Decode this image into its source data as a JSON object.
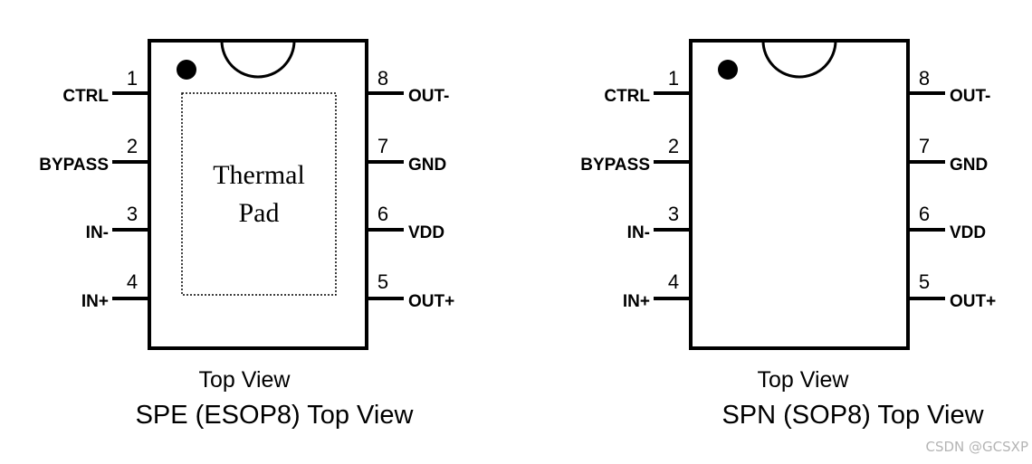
{
  "packages": [
    {
      "view_label": "Top View",
      "caption": "SPE (ESOP8) Top View",
      "thermal_pad": [
        "Thermal",
        "Pad"
      ],
      "left_pins": [
        {
          "num": "1",
          "label": "CTRL"
        },
        {
          "num": "2",
          "label": "BYPASS"
        },
        {
          "num": "3",
          "label": "IN-"
        },
        {
          "num": "4",
          "label": "IN+"
        }
      ],
      "right_pins": [
        {
          "num": "8",
          "label": "OUT-"
        },
        {
          "num": "7",
          "label": "GND"
        },
        {
          "num": "6",
          "label": "VDD"
        },
        {
          "num": "5",
          "label": "OUT+"
        }
      ]
    },
    {
      "view_label": "Top View",
      "caption": "SPN (SOP8) Top View",
      "thermal_pad": null,
      "left_pins": [
        {
          "num": "1",
          "label": "CTRL"
        },
        {
          "num": "2",
          "label": "BYPASS"
        },
        {
          "num": "3",
          "label": "IN-"
        },
        {
          "num": "4",
          "label": "IN+"
        }
      ],
      "right_pins": [
        {
          "num": "8",
          "label": "OUT-"
        },
        {
          "num": "7",
          "label": "GND"
        },
        {
          "num": "6",
          "label": "VDD"
        },
        {
          "num": "5",
          "label": "OUT+"
        }
      ]
    }
  ],
  "watermark": "CSDN @GCSXP"
}
